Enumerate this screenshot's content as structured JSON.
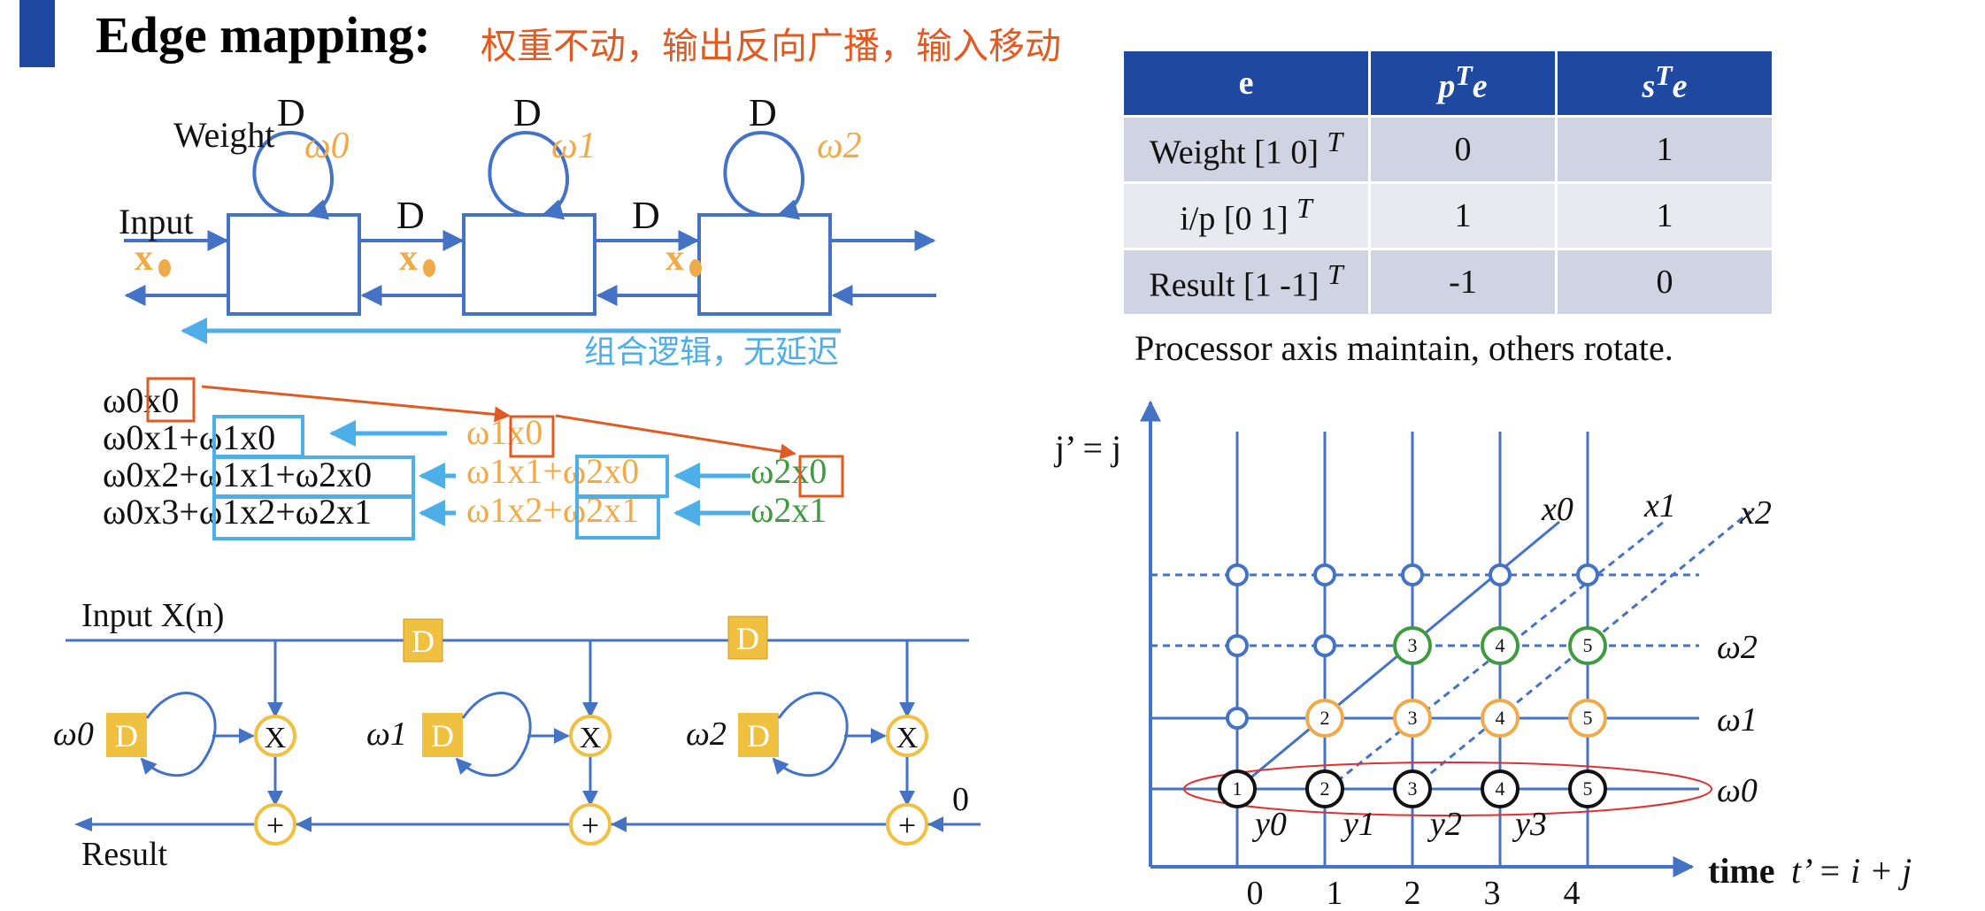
{
  "slide": {
    "title": "Edge mapping:",
    "subtitle": "权重不动，输出反向广播，输入移动",
    "note": "Processor axis maintain, others rotate."
  },
  "table": {
    "headers": {
      "c1": "e",
      "c2": "pTe",
      "c3": "sTe"
    },
    "rows": [
      {
        "label": "Weight [1 0]",
        "sup": "T",
        "p": "0",
        "s": "1"
      },
      {
        "label": "i/p [0 1]",
        "sup": "T",
        "p": "1",
        "s": "1"
      },
      {
        "label": "Result [1 -1]",
        "sup": "T",
        "p": "-1",
        "s": "0"
      }
    ]
  },
  "top_diagram": {
    "weight_label": "Weight",
    "input_label": "Input",
    "delay": "D",
    "w0": "ω0",
    "w1": "ω1",
    "w2": "ω2",
    "x_label": "x",
    "combo_label": "组合逻辑，无延迟"
  },
  "equations": {
    "rows": [
      [
        "ω0x0"
      ],
      [
        "ω0x1+ω1x0",
        "ω1x0"
      ],
      [
        "ω0x2+ω1x1+ω2x0",
        "ω1x1+ω2x0",
        "ω2x0"
      ],
      [
        "ω0x3+ω1x2+ω2x1",
        "ω1x2+ω2x1",
        "ω2x1"
      ]
    ]
  },
  "bottom_diagram": {
    "input_label": "Input X(n)",
    "result_label": "Result",
    "delay": "D",
    "mult": "X",
    "add": "+",
    "zero": "0",
    "w0": "ω0",
    "w1": "ω1",
    "w2": "ω2"
  },
  "dg": {
    "y_axis_label": "j’ = j",
    "x_axis_label_bold": "time",
    "x_axis_label": "t’ = i + j",
    "x_ticks": [
      "0",
      "1",
      "2",
      "3",
      "4"
    ],
    "row_labels": [
      "ω0",
      "ω1",
      "ω2"
    ],
    "diag_labels": [
      "x0",
      "x1",
      "x2"
    ],
    "y_labels": [
      "y0",
      "y1",
      "y2",
      "y3"
    ],
    "row0_nodes": [
      "1",
      "2",
      "3",
      "4",
      "5"
    ],
    "row1_nodes": [
      "2",
      "3",
      "4",
      "5"
    ],
    "row2_nodes": [
      "3",
      "4",
      "5"
    ]
  }
}
